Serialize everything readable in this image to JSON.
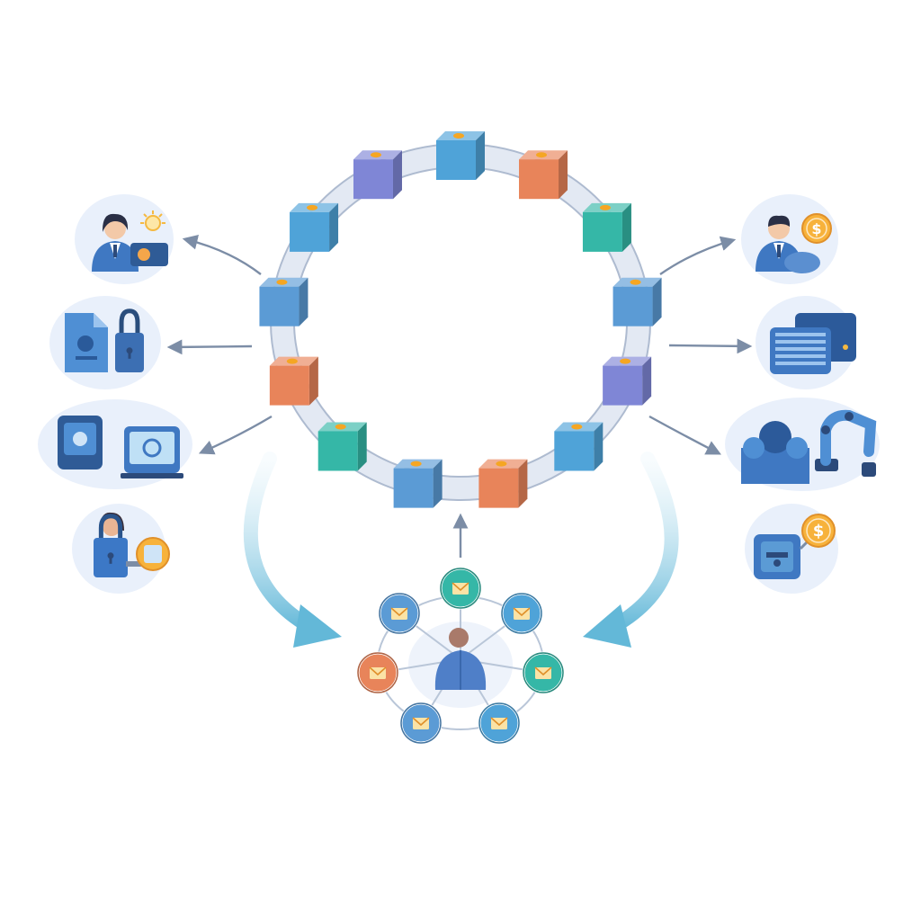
{
  "palette": {
    "blue": "#5b9bd5",
    "sky": "#4fa3d8",
    "indigo": "#7f86d6",
    "orange": "#e8845a",
    "teal": "#35b7a7",
    "gold": "#f5a623",
    "navy": "#2c4a7a",
    "arrow": "#7c8da6",
    "flow": "#7fc6e0",
    "halo": "#e9f0fb"
  },
  "ring": {
    "blocks": [
      {
        "color": "sky"
      },
      {
        "color": "orange"
      },
      {
        "color": "teal"
      },
      {
        "color": "blue"
      },
      {
        "color": "indigo"
      },
      {
        "color": "sky"
      },
      {
        "color": "orange"
      },
      {
        "color": "blue"
      },
      {
        "color": "teal"
      },
      {
        "color": "orange"
      },
      {
        "color": "blue"
      },
      {
        "color": "sky"
      },
      {
        "color": "indigo"
      }
    ]
  },
  "left_participants": [
    {
      "icon": "businesswoman-idea-icon"
    },
    {
      "icon": "document-lock-icon"
    },
    {
      "icon": "secure-device-icon"
    },
    {
      "icon": "woman-padlock-icon"
    }
  ],
  "right_participants": [
    {
      "icon": "businessman-coin-icon"
    },
    {
      "icon": "server-rack-icon"
    },
    {
      "icon": "factory-robot-arm-icon"
    },
    {
      "icon": "secure-chip-coin-icon"
    }
  ],
  "network": {
    "center": "user-icon",
    "nodes": [
      {
        "color": "teal"
      },
      {
        "color": "sky"
      },
      {
        "color": "teal"
      },
      {
        "color": "sky"
      },
      {
        "color": "blue"
      },
      {
        "color": "orange"
      },
      {
        "color": "blue"
      }
    ]
  }
}
